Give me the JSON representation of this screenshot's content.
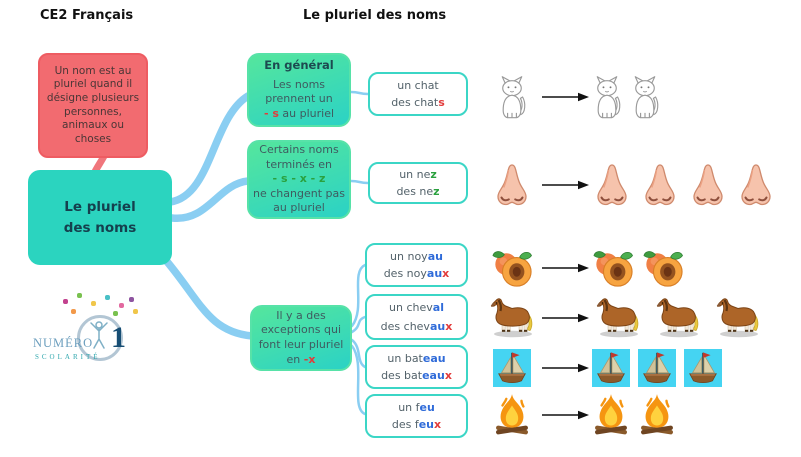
{
  "header": {
    "course": "CE2 Français",
    "title": "Le pluriel des noms"
  },
  "colors": {
    "node_red": "#f26b70",
    "node_teal": "#2bd4bf",
    "node_green_top": "#55e69d",
    "node_green_bottom": "#2bd2c5",
    "example_border": "#3bd6c6",
    "branch_line_blue": "#8acef2",
    "branch_line_pink": "#f0767c",
    "letter_red": "#e23b3b",
    "letter_green": "#2aa13e",
    "letter_blue": "#2f6bd9"
  },
  "root": {
    "note": "Un nom est au pluriel quand il désigne plusieurs personnes, animaux ou choses",
    "label": "Le pluriel des noms"
  },
  "branches": [
    {
      "title": "En général",
      "lines": [
        [
          {
            "t": "Les noms"
          }
        ],
        [
          {
            "t": "prennent un"
          }
        ],
        [
          {
            "t": "- s",
            "c": "red",
            "b": 1
          },
          {
            "t": " au pluriel"
          }
        ]
      ]
    },
    {
      "title": "",
      "lines": [
        [
          {
            "t": "Certains noms"
          }
        ],
        [
          {
            "t": "terminés en"
          }
        ],
        [
          {
            "t": "- s - x - z",
            "c": "green",
            "b": 1
          }
        ],
        [
          {
            "t": "ne changent pas"
          }
        ],
        [
          {
            "t": "au pluriel"
          }
        ]
      ]
    },
    {
      "title": "",
      "lines": [
        [
          {
            "t": "Il y a des"
          }
        ],
        [
          {
            "t": "exceptions qui"
          }
        ],
        [
          {
            "t": "font leur pluriel"
          }
        ],
        [
          {
            "t": "en "
          },
          {
            "t": "-x",
            "c": "red",
            "b": 1
          }
        ]
      ]
    }
  ],
  "examples": [
    {
      "word": "chat",
      "singular": [
        {
          "t": "un chat"
        }
      ],
      "plural": [
        {
          "t": "des chat"
        },
        {
          "t": "s",
          "c": "red",
          "b": 1
        }
      ]
    },
    {
      "word": "nez",
      "singular": [
        {
          "t": "un ne"
        },
        {
          "t": "z",
          "c": "green",
          "b": 1
        }
      ],
      "plural": [
        {
          "t": "des ne"
        },
        {
          "t": "z",
          "c": "green",
          "b": 1
        }
      ]
    },
    {
      "word": "noyau",
      "singular": [
        {
          "t": "un noy"
        },
        {
          "t": "au",
          "c": "blue",
          "b": 1
        }
      ],
      "plural": [
        {
          "t": "des noy"
        },
        {
          "t": "au",
          "c": "blue",
          "b": 1
        },
        {
          "t": "x",
          "c": "red",
          "b": 1
        }
      ]
    },
    {
      "word": "cheval",
      "singular": [
        {
          "t": "un chev"
        },
        {
          "t": "al",
          "c": "blue",
          "b": 1
        }
      ],
      "plural": [
        {
          "t": "des chev"
        },
        {
          "t": "au",
          "c": "blue",
          "b": 1
        },
        {
          "t": "x",
          "c": "red",
          "b": 1
        }
      ]
    },
    {
      "word": "bateau",
      "singular": [
        {
          "t": "un bat"
        },
        {
          "t": "eau",
          "c": "blue",
          "b": 1
        }
      ],
      "plural": [
        {
          "t": "des bat"
        },
        {
          "t": "eau",
          "c": "blue",
          "b": 1
        },
        {
          "t": "x",
          "c": "red",
          "b": 1
        }
      ]
    },
    {
      "word": "feu",
      "singular": [
        {
          "t": "un f"
        },
        {
          "t": "eu",
          "c": "blue",
          "b": 1
        }
      ],
      "plural": [
        {
          "t": "des f"
        },
        {
          "t": "eu",
          "c": "blue",
          "b": 1
        },
        {
          "t": "x",
          "c": "red",
          "b": 1
        }
      ]
    }
  ],
  "illustrations": [
    {
      "icon": "cat",
      "icon_name": "cat-icon",
      "singular_count": 1,
      "plural_count": 2
    },
    {
      "icon": "nose",
      "icon_name": "nose-icon",
      "singular_count": 1,
      "plural_count": 4
    },
    {
      "icon": "apricot",
      "icon_name": "apricot-icon",
      "singular_count": 1,
      "plural_count": 2
    },
    {
      "icon": "horse",
      "icon_name": "horse-icon",
      "singular_count": 1,
      "plural_count": 3
    },
    {
      "icon": "boat",
      "icon_name": "sailboat-icon",
      "singular_count": 1,
      "plural_count": 3
    },
    {
      "icon": "fire",
      "icon_name": "campfire-icon",
      "singular_count": 1,
      "plural_count": 2
    }
  ],
  "logo": {
    "name": "Numéro",
    "number": "1",
    "subtitle": "Scolarité"
  }
}
